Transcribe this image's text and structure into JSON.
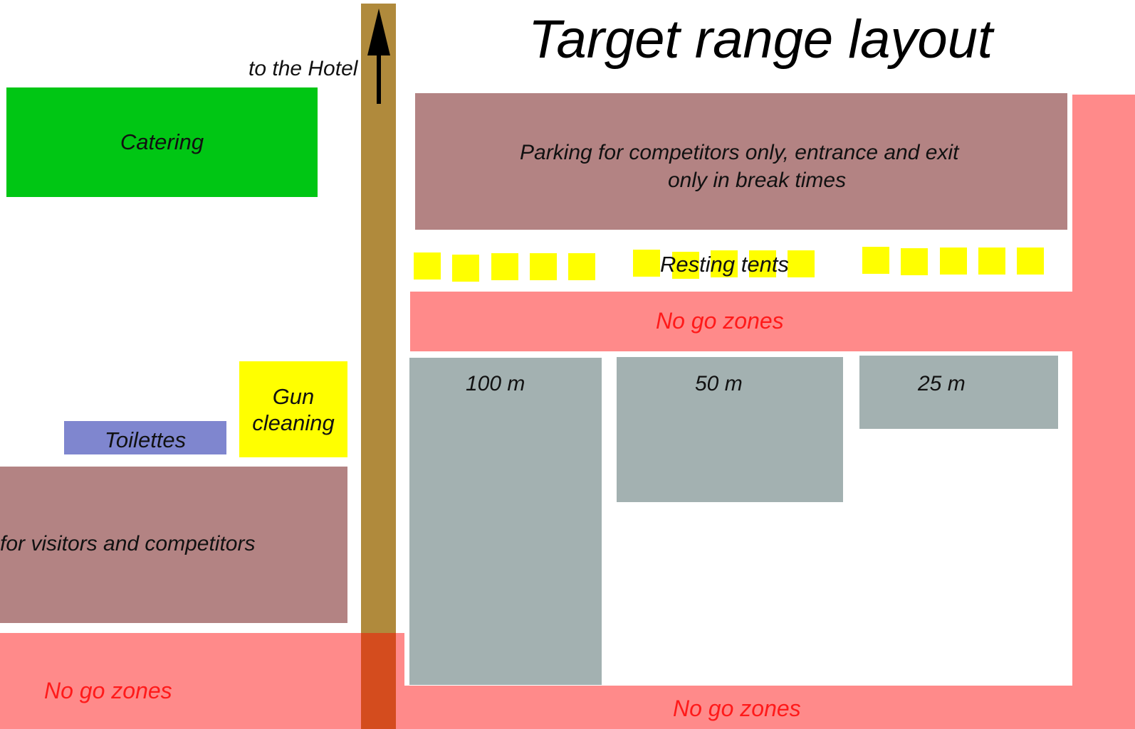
{
  "title": "Target range layout",
  "colors": {
    "no_go": "#ff8a8a",
    "no_go_text": "#ff1a1a",
    "parking": "#b38383",
    "catering": "#00c614",
    "gun_cleaning": "#ffff00",
    "toilettes": "#7f86cf",
    "range": "#a3b1b1",
    "tent": "#ffff00",
    "road": "#b08a3c",
    "arrow": "#000000"
  },
  "road": {
    "label": "to the Hotel",
    "arrow_icon": "up-arrow-icon"
  },
  "left": {
    "catering": "Catering",
    "gun_cleaning": "Gun\ncleaning",
    "toilettes": "Toilettes",
    "parking": "for visitors and competitors",
    "no_go": "No go zones"
  },
  "right": {
    "parking_line1": "Parking for competitors only, entrance and exit",
    "parking_line2": "only in break times",
    "resting_tents": "Resting tents",
    "no_go_top": "No go zones",
    "no_go_bottom": "No go zones",
    "ranges": [
      "100 m",
      "50 m",
      "25 m"
    ]
  }
}
